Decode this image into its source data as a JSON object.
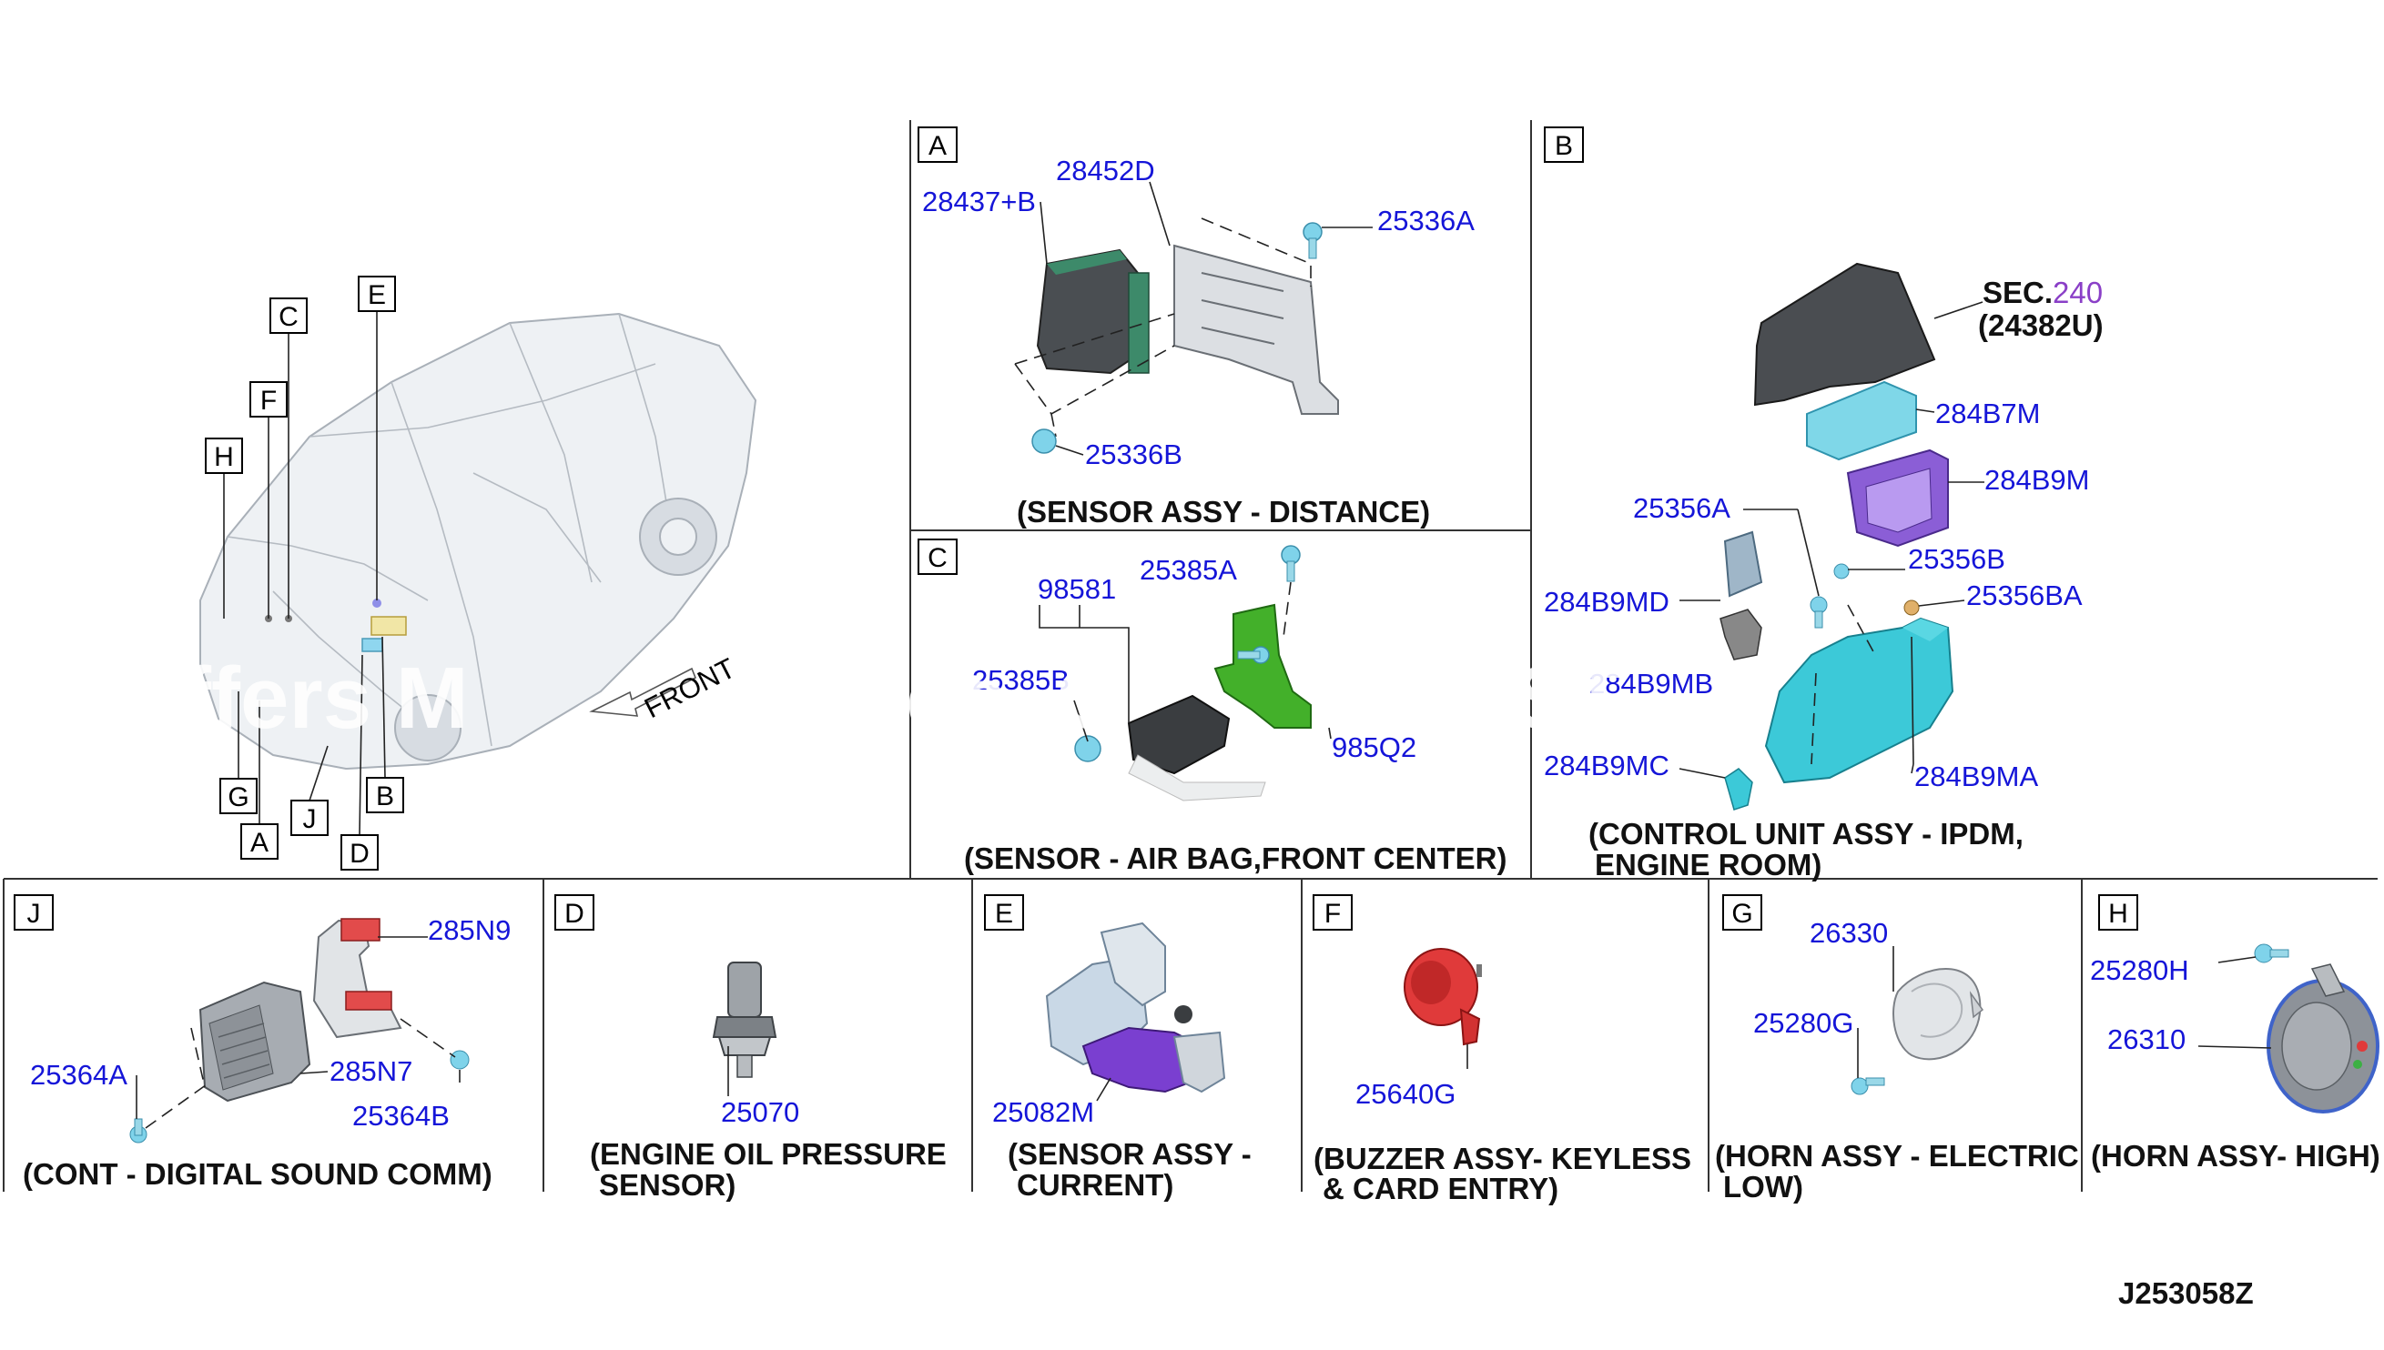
{
  "footer_code": "J253058Z",
  "watermark": "ffers M                ade  G                ST",
  "overview": {
    "front_label": "FRONT",
    "callouts": [
      "C",
      "E",
      "F",
      "H",
      "G",
      "A",
      "J",
      "D",
      "B"
    ]
  },
  "panels": {
    "A": {
      "letter": "A",
      "caption": "(SENSOR ASSY - DISTANCE)",
      "parts": [
        "28437+B",
        "28452D",
        "25336A",
        "25336B"
      ]
    },
    "B": {
      "letter": "B",
      "sec_prefix": "SEC.",
      "sec_num": "240",
      "sec_part": "(24382U)",
      "caption_line1": "(CONTROL UNIT ASSY - IPDM,",
      "caption_line2": "ENGINE ROOM)",
      "parts": [
        "284B7M",
        "284B9M",
        "25356A",
        "25356B",
        "25356BA",
        "284B9MD",
        "284B9MB",
        "284B9MC",
        "284B9MA"
      ]
    },
    "C": {
      "letter": "C",
      "caption": "(SENSOR - AIR BAG,FRONT CENTER)",
      "parts": [
        "98581",
        "25385A",
        "25385B",
        "985Q2"
      ]
    },
    "J": {
      "letter": "J",
      "caption": "(CONT - DIGITAL SOUND COMM)",
      "parts": [
        "285N9",
        "25364A",
        "285N7",
        "25364B"
      ]
    },
    "D": {
      "letter": "D",
      "caption_line1": "(ENGINE OIL PRESSURE",
      "caption_line2": "SENSOR)",
      "parts": [
        "25070"
      ]
    },
    "E": {
      "letter": "E",
      "caption_line1": "(SENSOR ASSY -",
      "caption_line2": "CURRENT)",
      "parts": [
        "25082M"
      ]
    },
    "F": {
      "letter": "F",
      "caption_line1": "(BUZZER ASSY- KEYLESS",
      "caption_line2": "& CARD ENTRY)",
      "parts": [
        "25640G"
      ]
    },
    "G": {
      "letter": "G",
      "caption_line1": "(HORN ASSY - ELECTRIC",
      "caption_line2": "LOW)",
      "parts": [
        "26330",
        "25280G"
      ]
    },
    "H": {
      "letter": "H",
      "caption": "(HORN ASSY- HIGH)",
      "parts": [
        "25280H",
        "26310"
      ]
    }
  }
}
